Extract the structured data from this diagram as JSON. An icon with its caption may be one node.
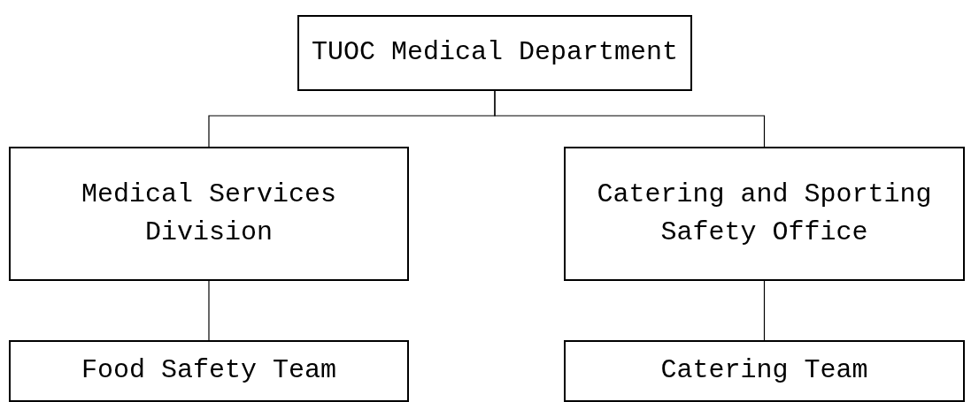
{
  "diagram": {
    "nodes": [
      {
        "text": [
          "TUOC Medical Department"
        ]
      },
      {
        "text": [
          "Medical Services Division"
        ]
      },
      {
        "text": [
          "Catering and Sporting Safety Office"
        ]
      },
      {
        "text": [
          "Food Safety Team"
        ]
      },
      {
        "text": [
          "Catering Team"
        ]
      }
    ],
    "edges": [
      {
        "from": 0,
        "to": 1,
        "arrow": "none"
      },
      {
        "from": 0,
        "to": 2,
        "arrow": "none"
      },
      {
        "from": 1,
        "to": 3,
        "arrow": "none"
      },
      {
        "from": 2,
        "to": 4,
        "arrow": "none"
      }
    ]
  }
}
